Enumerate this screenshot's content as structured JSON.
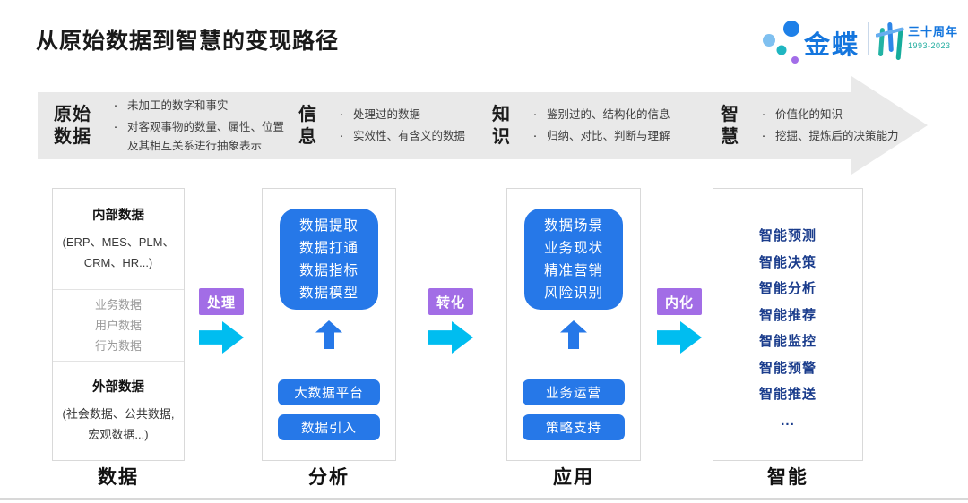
{
  "title": "从原始数据到智慧的变现路径",
  "logo": {
    "brand": "金蝶",
    "anniversary": "三十周年",
    "years": "1993-2023"
  },
  "banner": {
    "stages": [
      {
        "label_line1": "原始",
        "label_line2": "数据",
        "bullets": [
          "未加工的数字和事实",
          "对客观事物的数量、属性、位置及其相互关系进行抽象表示"
        ]
      },
      {
        "label_line1": "信",
        "label_line2": "息",
        "bullets": [
          "处理过的数据",
          "实效性、有含义的数据"
        ]
      },
      {
        "label_line1": "知",
        "label_line2": "识",
        "bullets": [
          "鉴别过的、结构化的信息",
          "归纳、对比、判断与理解"
        ]
      },
      {
        "label_line1": "智",
        "label_line2": "慧",
        "bullets": [
          "价值化的知识",
          "挖掘、提炼后的决策能力"
        ]
      }
    ]
  },
  "flow": {
    "arrows": [
      {
        "label": "处理"
      },
      {
        "label": "转化"
      },
      {
        "label": "内化"
      }
    ],
    "columns": [
      {
        "footer": "数据",
        "sections": [
          {
            "title": "内部数据",
            "subtitle": "(ERP、MES、PLM、CRM、HR...)"
          },
          {
            "items": [
              "业务数据",
              "用户数据",
              "行为数据"
            ]
          },
          {
            "title": "外部数据",
            "subtitle": "(社会数据、公共数据, 宏观数据...)"
          }
        ]
      },
      {
        "footer": "分析",
        "card_lines": [
          "数据提取",
          "数据打通",
          "数据指标",
          "数据模型"
        ],
        "buttons": [
          "大数据平台",
          "数据引入"
        ]
      },
      {
        "footer": "应用",
        "card_lines": [
          "数据场景",
          "业务现状",
          "精准营销",
          "风险识别"
        ],
        "buttons": [
          "业务运营",
          "策略支持"
        ]
      },
      {
        "footer": "智能",
        "items": [
          "智能预测",
          "智能决策",
          "智能分析",
          "智能推荐",
          "智能监控",
          "智能预警",
          "智能推送",
          "..."
        ]
      }
    ]
  },
  "colors": {
    "accent_blue": "#2678e8",
    "cyan": "#00bdf0",
    "purple": "#a26de6",
    "navy_text": "#1a3c8c",
    "banner_gray": "#e9e9e9",
    "brand_blue": "#1476de",
    "teal": "#25aea1"
  }
}
